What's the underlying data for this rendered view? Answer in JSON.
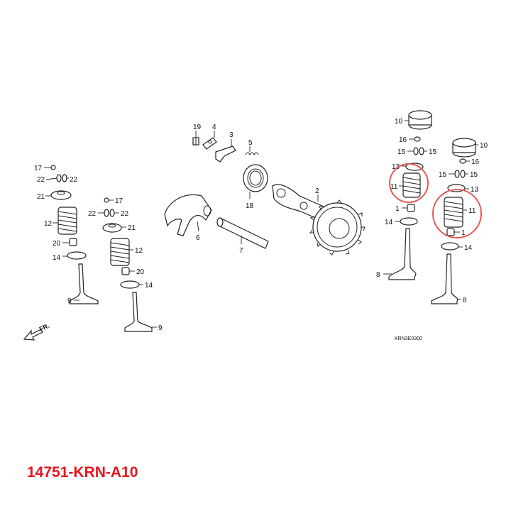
{
  "part_number": "14751-KRN-A10",
  "colors": {
    "accent": "#e8141e",
    "highlight": "#e35a5a",
    "line": "#222222"
  },
  "diagram": {
    "direction_label": "FR.",
    "drawing_code": "KRN3E0300",
    "callouts": {
      "c1": "1",
      "c1b": "1",
      "c2": "2",
      "c3": "3",
      "c4": "4",
      "c5": "5",
      "c6": "6",
      "c7": "7",
      "c8": "8",
      "c8b": "8",
      "c9": "9",
      "c9b": "9",
      "c10": "10",
      "c10b": "10",
      "c11": "11",
      "c11b": "11",
      "c12": "12",
      "c12b": "12",
      "c13": "13",
      "c13b": "13",
      "c14": "14",
      "c14b": "14",
      "c14c": "14",
      "c14d": "14",
      "c15": "15",
      "c15b": "15",
      "c15c": "15",
      "c15d": "15",
      "c16": "16",
      "c16b": "16",
      "c17": "17",
      "c17b": "17",
      "c18": "18",
      "c19": "19",
      "c20": "20",
      "c20b": "20",
      "c21": "21",
      "c21b": "21",
      "c22": "22",
      "c22b": "22",
      "c22c": "22",
      "c22d": "22"
    }
  }
}
